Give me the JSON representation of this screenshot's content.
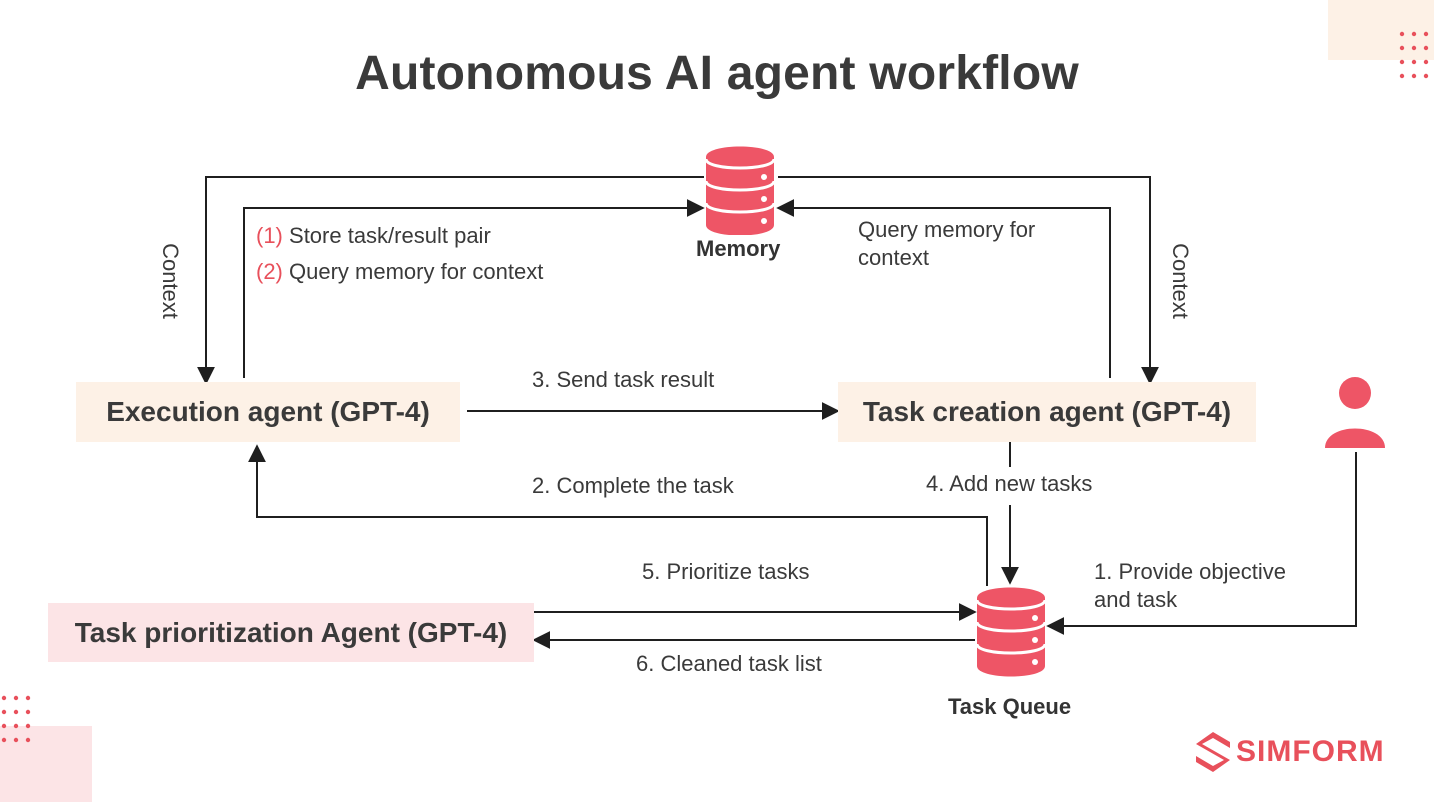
{
  "title": "Autonomous AI agent workflow",
  "nodes": {
    "execution_agent": "Execution agent (GPT-4)",
    "task_creation_agent": "Task creation agent (GPT-4)",
    "task_prioritization_agent": "Task prioritization Agent (GPT-4)",
    "memory": "Memory",
    "task_queue": "Task Queue"
  },
  "edges": {
    "context_left": "Context",
    "context_right": "Context",
    "store_num": "(1)",
    "store_text": "Store task/result pair",
    "query_num": "(2)",
    "query_text": "Query memory for context",
    "query_memory_line1": "Query memory for",
    "query_memory_line2": "context",
    "send_result": "3. Send task result",
    "complete_task": "2. Complete the task",
    "add_tasks": "4. Add new tasks",
    "prioritize": "5. Prioritize tasks",
    "cleaned": "6. Cleaned task list",
    "provide_line1": "1. Provide objective",
    "provide_line2": "and task"
  },
  "brand": "SIMFORM",
  "colors": {
    "accent": "#e8505b",
    "node_beige": "#fdf1e6",
    "node_pink": "#fce4e6",
    "line": "#1f1f1f"
  }
}
